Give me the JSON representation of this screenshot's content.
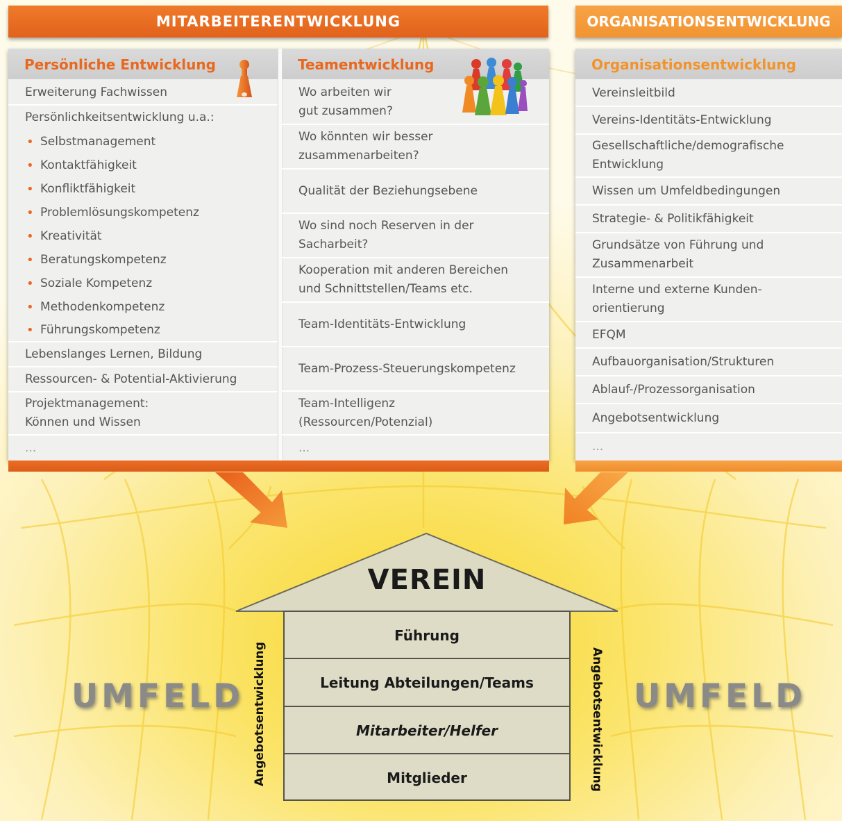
{
  "banners": {
    "left": "MITARBEITERENTWICKLUNG",
    "right": "ORGANISATIONSENTWICKLUNG"
  },
  "personal": {
    "title": "Persönliche Entwicklung",
    "items": [
      "Erweiterung Fachwissen",
      "Persönlichkeitsentwicklung u.a.:"
    ],
    "bullets": [
      "Selbstmanagement",
      "Kontaktfähigkeit",
      "Konfliktfähigkeit",
      "Problemlösungskompetenz",
      "Kreativität",
      "Beratungskompetenz",
      "Soziale Kompetenz",
      "Methodenkompetenz",
      "Führungskompetenz"
    ],
    "items_after": [
      "Lebenslanges Lernen, Bildung",
      "Ressourcen- & Potential-Aktivierung",
      [
        "Projektmanagement:",
        "Können und Wissen"
      ],
      "..."
    ]
  },
  "team": {
    "title": "Teamentwicklung",
    "items": [
      [
        "Wo arbeiten wir",
        "gut zusammen?"
      ],
      [
        "Wo könnten wir besser",
        "zusammenarbeiten?"
      ],
      [
        "Qualität der Beziehungsebene"
      ],
      [
        "Wo sind noch Reserven in der",
        "Sacharbeit?"
      ],
      [
        "Kooperation mit anderen Bereichen",
        "und Schnittstellen/Teams etc."
      ],
      [
        "Team-Identitäts-Entwicklung"
      ],
      [
        "Team-Prozess-Steuerungskompetenz"
      ],
      [
        "Team-Intelligenz",
        "(Ressourcen/Potenzial)"
      ],
      [
        "..."
      ]
    ]
  },
  "org": {
    "title": "Organisationsentwicklung",
    "items": [
      [
        "Vereinsleitbild"
      ],
      [
        "Vereins-Identitäts-Entwicklung"
      ],
      [
        "Gesellschaftliche/demografische",
        "Entwicklung"
      ],
      [
        "Wissen um Umfeldbedingungen"
      ],
      [
        "Strategie- & Politikfähigkeit"
      ],
      [
        "Grundsätze von Führung und",
        "Zusammenarbeit"
      ],
      [
        "Interne und externe Kunden-",
        "orientierung"
      ],
      [
        "EFQM"
      ],
      [
        "Aufbauorganisation/Strukturen"
      ],
      [
        "Ablauf-/Prozessorganisation"
      ],
      [
        "Angebotsentwicklung"
      ],
      [
        "..."
      ]
    ]
  },
  "house": {
    "roof": "VEREIN",
    "floors": [
      "Führung",
      "Leitung Abteilungen/Teams",
      "Mitarbeiter/Helfer",
      "Mitglieder"
    ],
    "side_left": "Angebotsentwicklung",
    "side_right": "Angebotsentwicklung"
  },
  "environment": {
    "left": "UMFELD",
    "right": "UMFELD"
  },
  "colors": {
    "orange_dark": "#e8681f",
    "orange_light": "#f2932c",
    "panel_bg": "#f0f0ef",
    "house_fill": "#dedcc6",
    "background_yellow": "#f8d62a"
  },
  "icons": {
    "personal": "single-pawn-icon",
    "team": "pawn-group-icon"
  }
}
